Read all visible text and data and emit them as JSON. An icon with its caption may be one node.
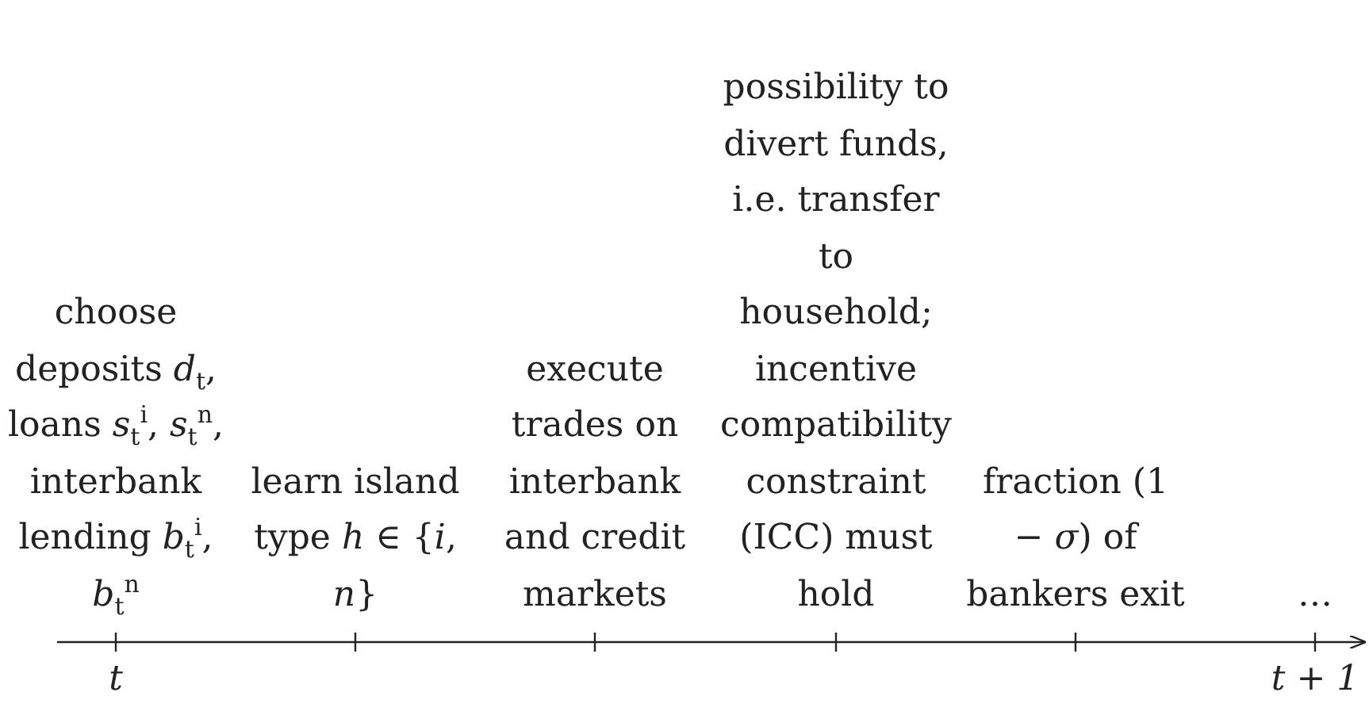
{
  "diagram": {
    "labels": [
      "choose deposits *d*$_{t}$, loans *s*$_{t}$$^{i}$, *s*$_{t}$$^{n}$, interbank lending *b*$_{t}$$^{i}$, *b*$_{t}$$^{n}$",
      "learn island type *h* ∈ {*i*, *n*}",
      "execute trades on interbank and credit markets",
      "possibility to divert funds, i.e. transfer to household; incentive compatibility constraint (ICC) must hold",
      "fraction (1 − *σ*) of bankers exit",
      "…",
      "t",
      "t + 1"
    ]
  }
}
